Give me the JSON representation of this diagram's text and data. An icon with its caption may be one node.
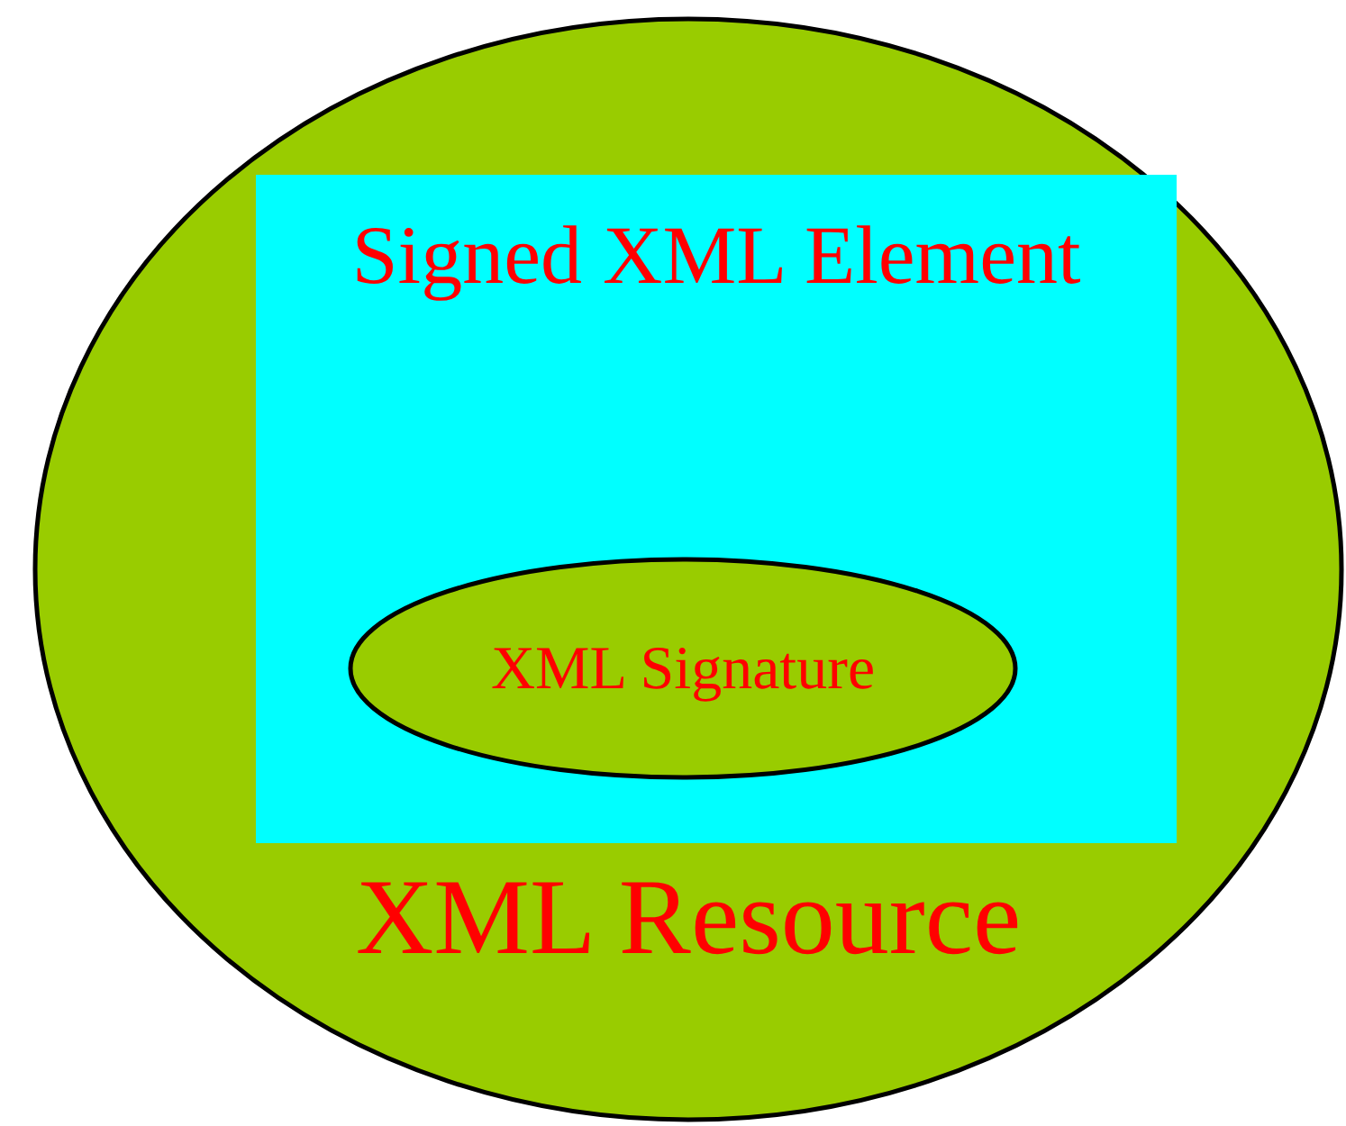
{
  "diagram": {
    "nodes": [
      {
        "text": [
          "XML Resource"
        ]
      },
      {
        "text": [
          "Signed XML Element"
        ],
        "in": 0
      },
      {
        "text": [
          "XML Signature"
        ],
        "in": 1
      }
    ]
  }
}
